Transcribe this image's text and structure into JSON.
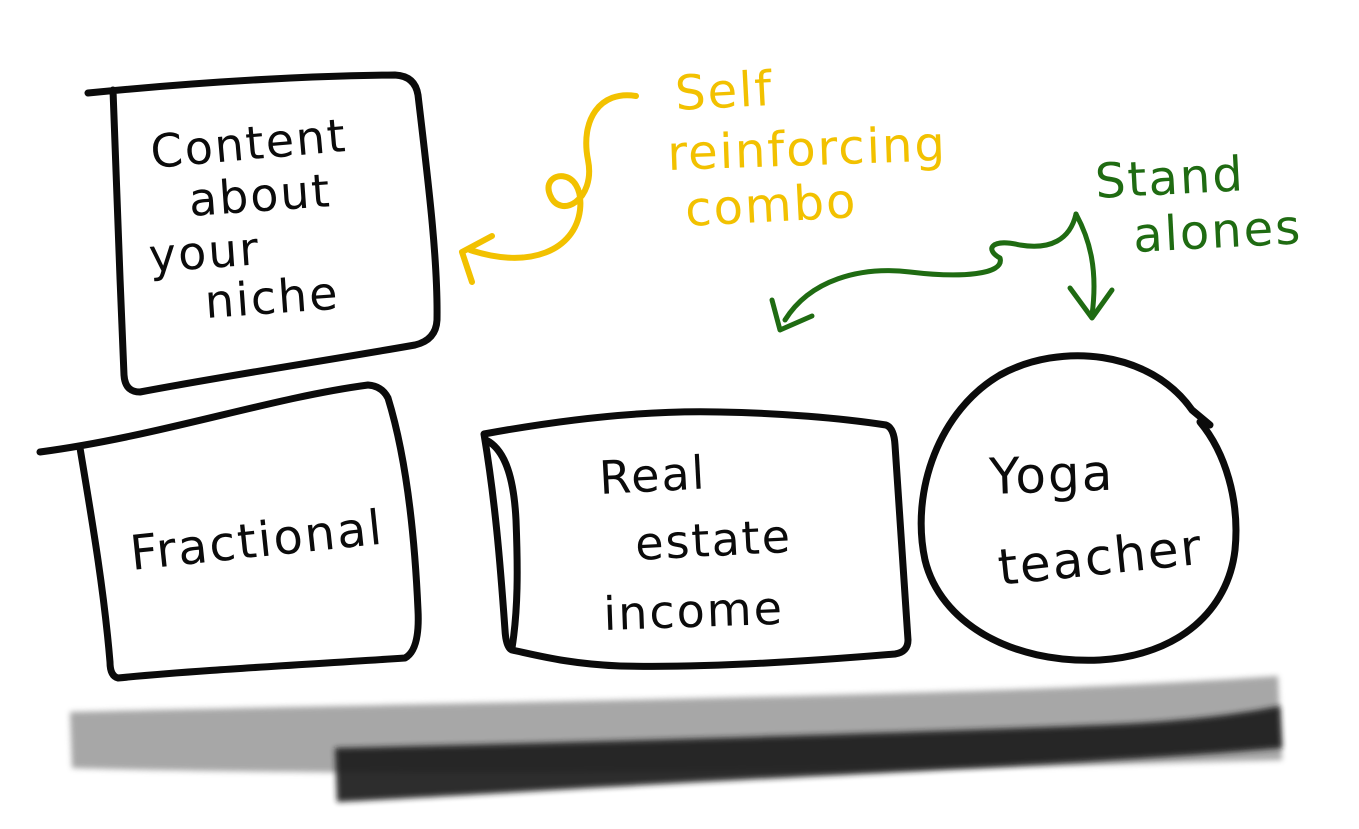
{
  "colors": {
    "ink": "#0b0b0b",
    "yellow": "#f2c100",
    "green": "#1f6b12",
    "base_light": "#8a8a8a",
    "base_dark": "#1a1a1a"
  },
  "boxes": {
    "content": [
      "Content",
      "about",
      "your",
      "niche"
    ],
    "fractional": [
      "Fractional"
    ],
    "real_estate": [
      "Real",
      "estate",
      "income"
    ],
    "yoga": [
      "Yoga",
      "teacher"
    ]
  },
  "annotations": {
    "self_reinforcing": [
      "Self",
      "reinforcing",
      "combo"
    ],
    "stand_alones": [
      "Stand",
      "alones"
    ]
  }
}
